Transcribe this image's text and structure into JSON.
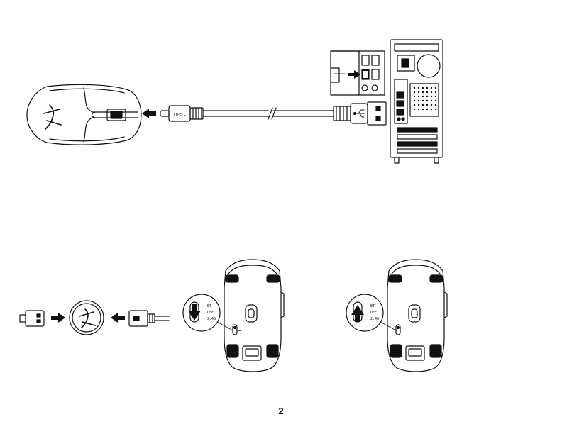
{
  "page": {
    "number": "2"
  },
  "cable": {
    "connector_label": "TYPE-C"
  },
  "switch": {
    "positions": [
      "BT",
      "OFF",
      "2.4G"
    ]
  }
}
